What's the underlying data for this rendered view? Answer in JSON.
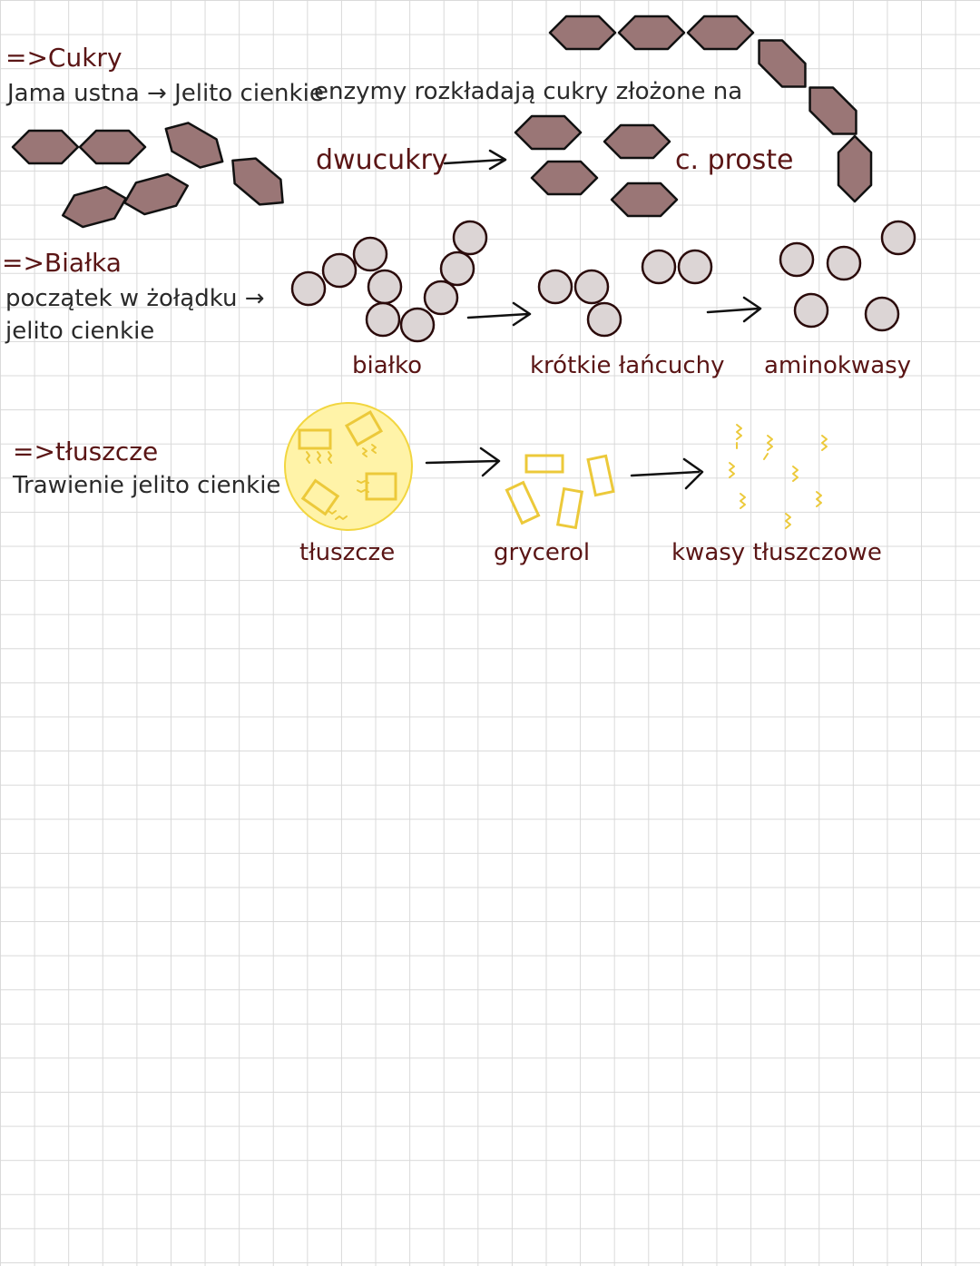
{
  "sugars": {
    "heading": "=>Cukry",
    "path": "Jama ustna → Jelito cienkie",
    "enzyme_text": "enzymy rozkładają cukry złożone na",
    "disaccharides_label": "dwucukry",
    "simple_label": "c. proste"
  },
  "proteins": {
    "heading": "=>Białka",
    "line1": "początek w żołądku →",
    "line2": "jelito cienkie",
    "protein_label": "białko",
    "short_chains_label": "krótkie łańcuchy",
    "amino_label": "aminokwasy"
  },
  "fats": {
    "heading": "=>tłuszcze",
    "line1": "Trawienie jelito cienkie",
    "fat_label": "tłuszcze",
    "glycerol_label": "grycerol",
    "fatty_acids_label": "kwasy tłuszczowe"
  },
  "colors": {
    "hexagon_fill": "#9a7676",
    "protein_fill": "#dcd5d5",
    "fat_yellow": "#ecc93a",
    "label_maroon": "#5a1515"
  }
}
